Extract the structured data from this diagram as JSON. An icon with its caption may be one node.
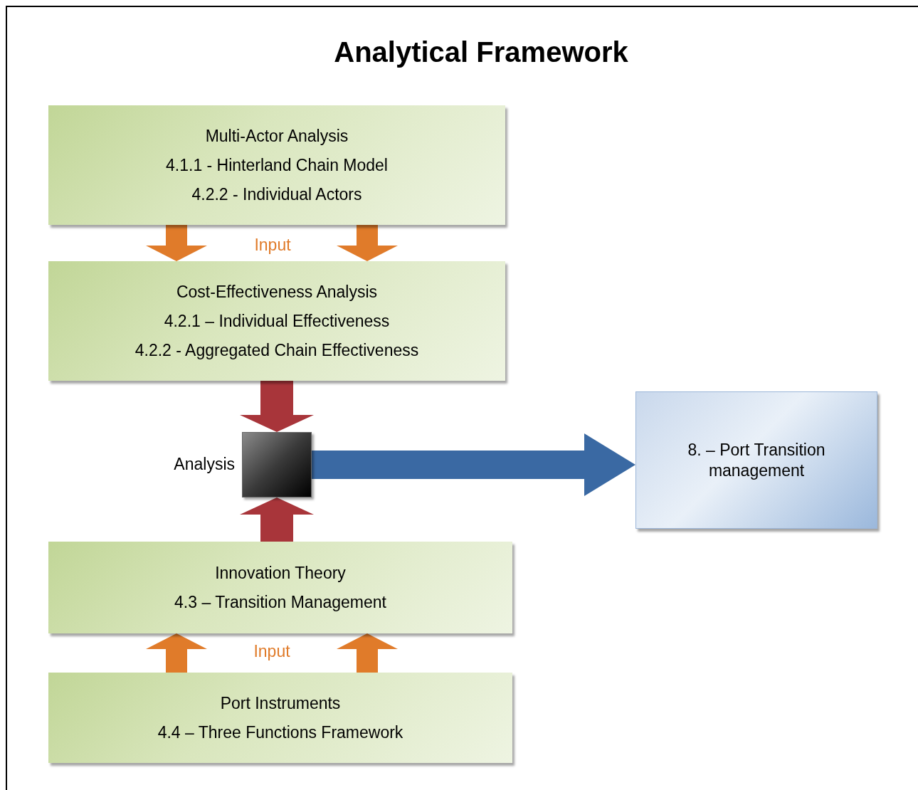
{
  "diagram": {
    "title": "Analytical Framework",
    "nodes": [
      {
        "text": [
          "Multi-Actor Analysis",
          "4.1.1 - Hinterland Chain Model",
          "4.2.2 - Individual Actors"
        ]
      },
      {
        "text": [
          "Cost-Effectiveness Analysis",
          "4.2.1 – Individual Effectiveness",
          "4.2.2 - Aggregated Chain Effectiveness"
        ]
      },
      {
        "text": [],
        "shape": "box",
        "beside": [
          "Analysis"
        ]
      },
      {
        "text": [
          "8. – Port Transition management"
        ]
      },
      {
        "text": [
          "Innovation Theory",
          "4.3 – Transition Management"
        ]
      },
      {
        "text": [
          "Port Instruments",
          "4.4 – Three Functions Framework"
        ]
      }
    ],
    "edges": [
      {
        "from": 0,
        "to": 1,
        "arrow": "to",
        "color": "#e07b2a"
      },
      {
        "from": 0,
        "to": 1,
        "arrow": "to",
        "color": "#e07b2a"
      },
      {
        "from": 1,
        "to": 2,
        "arrow": "to",
        "color": "#a8353a"
      },
      {
        "from": 4,
        "to": 2,
        "arrow": "to",
        "color": "#a8353a"
      },
      {
        "from": 2,
        "to": 3,
        "arrow": "to",
        "color": "#3a69a3"
      },
      {
        "from": 5,
        "to": 4,
        "arrow": "to",
        "color": "#e07b2a"
      },
      {
        "from": 5,
        "to": 4,
        "arrow": "to",
        "color": "#e07b2a"
      }
    ],
    "labels": [
      "Input",
      "Input"
    ]
  }
}
